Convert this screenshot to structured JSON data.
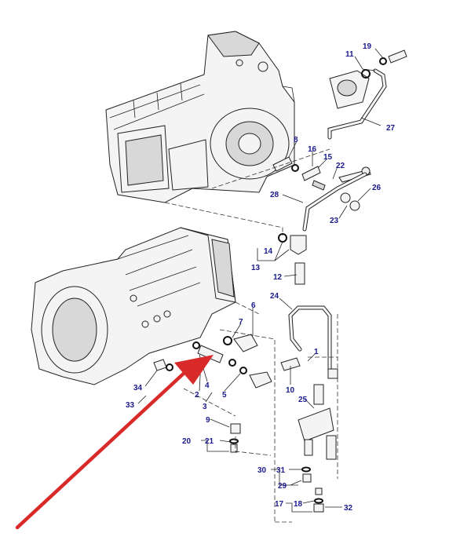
{
  "callouts": [
    {
      "label": "19"
    },
    {
      "label": "11"
    },
    {
      "label": "27"
    },
    {
      "label": "8"
    },
    {
      "label": "16"
    },
    {
      "label": "15"
    },
    {
      "label": "22"
    },
    {
      "label": "28"
    },
    {
      "label": "26"
    },
    {
      "label": "23"
    },
    {
      "label": "14"
    },
    {
      "label": "13"
    },
    {
      "label": "12"
    },
    {
      "label": "24"
    },
    {
      "label": "6"
    },
    {
      "label": "7"
    },
    {
      "label": "1"
    },
    {
      "label": "10"
    },
    {
      "label": "4"
    },
    {
      "label": "5"
    },
    {
      "label": "2"
    },
    {
      "label": "3"
    },
    {
      "label": "34"
    },
    {
      "label": "33"
    },
    {
      "label": "25"
    },
    {
      "label": "9"
    },
    {
      "label": "20"
    },
    {
      "label": "21"
    },
    {
      "label": "30"
    },
    {
      "label": "31"
    },
    {
      "label": "29"
    },
    {
      "label": "17"
    },
    {
      "label": "18"
    },
    {
      "label": "32"
    }
  ],
  "colors": {
    "callout_text": "#1a1a8c",
    "arrow": "#d92a2a",
    "line_art": "#222222"
  },
  "icons": {
    "pointer": "red-arrow-icon"
  }
}
